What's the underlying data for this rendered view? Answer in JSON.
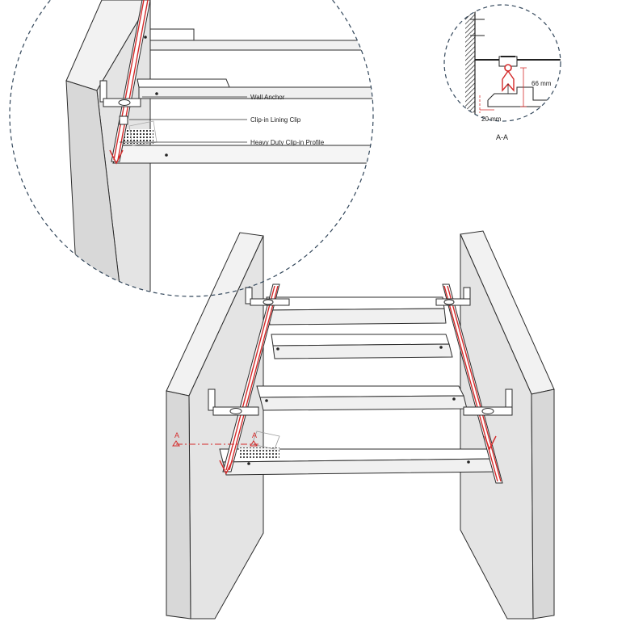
{
  "callouts": {
    "wall_anchor": "Wall Anchor",
    "clip_in_lining_clip": "Clip-in Lining Clip",
    "heavy_duty_profile": "Heavy Duty Clip-in Profile"
  },
  "section": {
    "title": "A-A",
    "height_dim": "66 mm",
    "offset_dim": "20 mm",
    "marker_left": "A",
    "marker_right": "A"
  },
  "colors": {
    "accent_red": "#d42a2a",
    "wall_fill": "#e6e6e6",
    "line": "#2b2b2b",
    "dash_circle": "#33475b"
  }
}
